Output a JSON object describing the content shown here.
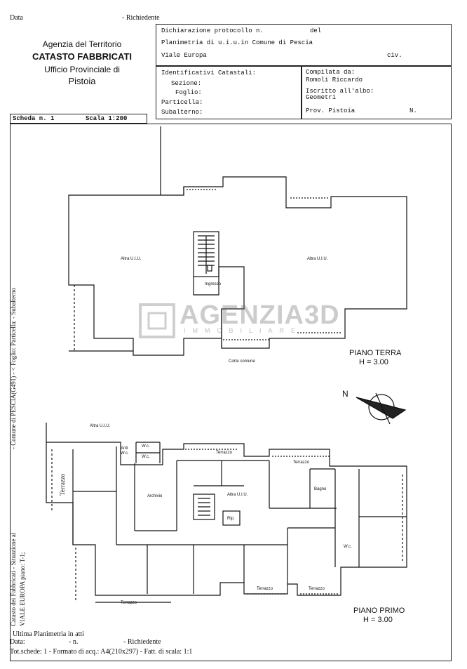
{
  "top": {
    "date_label": "Data",
    "request_label": "- Richiedente"
  },
  "agency": {
    "line1": "Agenzia del Territorio",
    "line2": "CATASTO FABBRICATI",
    "line3": "Ufficio Provinciale di",
    "line4": "Pistoia"
  },
  "declaration": {
    "protocol_label": "Dichiarazione protocollo n.",
    "del_label": "del",
    "planimetry": "Planimetria di u.i.u.in Comune di Pescia",
    "street": "Viale Europa",
    "civ_label": "civ."
  },
  "identifiers": {
    "title": "Identificativi Catastali:",
    "sezione": "Sezione:",
    "foglio": "Foglio:",
    "particella": "Particella:",
    "subalterno": "Subalterno:"
  },
  "compiled": {
    "by_label": "Compilata da:",
    "by_name": "Romoli Riccardo",
    "registry_label": "Iscritto all'albo:",
    "registry_value": "Geometri",
    "province": "Prov. Pistoia",
    "n_label": "N."
  },
  "scheda": {
    "sheet": "Scheda n. 1",
    "scale": "Scala 1:200"
  },
  "ground_floor": {
    "name": "PIANO TERRA",
    "height": "H = 3.00",
    "room_left": "Altra U.I.U.",
    "room_right": "Altra U.I.U.",
    "entrance": "Ingresso",
    "court": "Corte comune"
  },
  "first_floor": {
    "name": "PIANO PRIMO",
    "height": "H = 3.00",
    "altra_top": "Altra U.I.U.",
    "altra_center": "Altra U.I.U.",
    "terrazzo_left": "Terrazzo",
    "terrazzo_top": "Terrazzo",
    "terrazzo_top2": "Terrazzo",
    "terrazzo_bottom_a": "Terrazzo",
    "terrazzo_bottom_b": "Terrazzo",
    "terrazzo_bottom_c": "Terrazzo",
    "antiwc": "Anti W.c.",
    "wc1": "W.c.",
    "wc2": "W.c.",
    "wc3": "W.c.",
    "archive": "Archivio",
    "bath": "Bagno",
    "rip": "Rip."
  },
  "north_label": "N",
  "watermark": {
    "main": "AGENZIA3D",
    "sub": "IMMOBILIARE"
  },
  "side_text": {
    "left_line1": "Catasto dei Fabbricati - Situazione al",
    "left_line2": "VIALE EUROPA piano: T-1;",
    "right": "- Comune di PESCIA(G491) - < Foglio:   Particella:   - Subalterno"
  },
  "footer": {
    "line1": "Ultima Planimetria in atti",
    "date_label": "Data:",
    "n_label": "- n.",
    "request_label": "- Richiedente",
    "summary": "Tot.schede: 1 - Formato di acq.: A4(210x297) - Fatt. di scala: 1:1"
  }
}
